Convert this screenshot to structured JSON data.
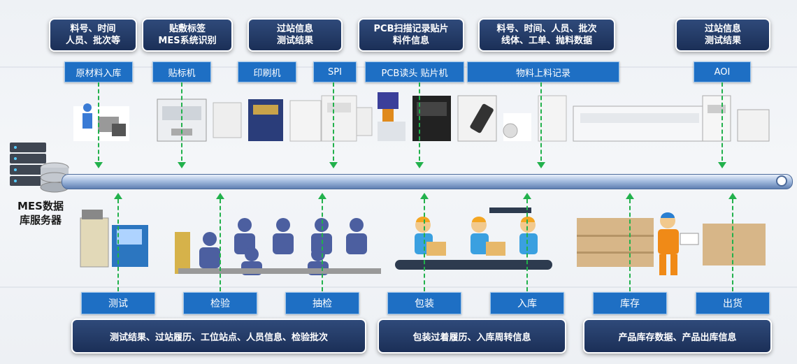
{
  "top_info_boxes": [
    {
      "line1": "料号、时间",
      "line2": "人员、批次等"
    },
    {
      "line1": "贴敷标签",
      "line2": "MES系统识别"
    },
    {
      "line1": "过站信息",
      "line2": "测试结果"
    },
    {
      "line1": "PCB扫描记录贴片",
      "line2": "料件信息"
    },
    {
      "line1": "料号、时间、人员、批次",
      "line2": "线体、工单、抛料数据"
    },
    {
      "line1": "过站信息",
      "line2": "测试结果"
    }
  ],
  "top_labels": [
    "原材料入库",
    "贴标机",
    "印刷机",
    "SPI",
    "PCB读头 贴片机",
    "物料上料记录",
    "AOI"
  ],
  "server": {
    "line1": "MES数据",
    "line2": "库服务器"
  },
  "bottom_labels": [
    "测试",
    "检验",
    "抽检",
    "包装",
    "入库",
    "库存",
    "出货"
  ],
  "bottom_info_boxes": [
    "测试结果、过站履历、工位站点、人员信息、检验批次",
    "包装过着履历、入库周转信息",
    "产品库存数据、产品出库信息"
  ],
  "colors": {
    "flow_arrow": "#22b14c",
    "label_bg": "#1e6fc4",
    "info_bg": "#1b2f57",
    "pipe": "#9fb8dc"
  }
}
